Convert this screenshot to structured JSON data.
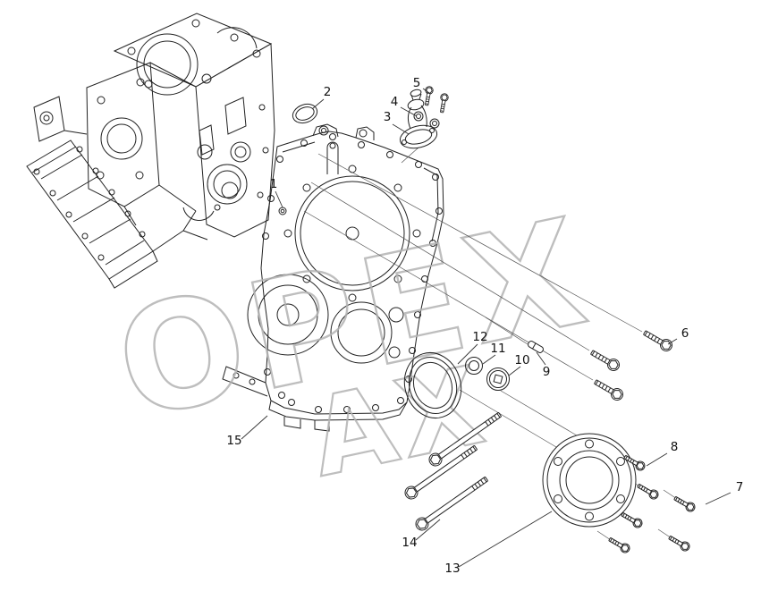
{
  "diagram": {
    "type": "exploded-parts-diagram",
    "background_color": "#ffffff",
    "line_color": "#222222",
    "watermark": {
      "text": "ОРЕХ",
      "text_partial": "АХ",
      "color": "#b3b3b3"
    },
    "callouts": [
      {
        "label": "1"
      },
      {
        "label": "2"
      },
      {
        "label": "3"
      },
      {
        "label": "4"
      },
      {
        "label": "5"
      },
      {
        "label": "6"
      },
      {
        "label": "7"
      },
      {
        "label": "8"
      },
      {
        "label": "9"
      },
      {
        "label": "10"
      },
      {
        "label": "11"
      },
      {
        "label": "12"
      },
      {
        "label": "13"
      },
      {
        "label": "14"
      },
      {
        "label": "15"
      }
    ]
  }
}
